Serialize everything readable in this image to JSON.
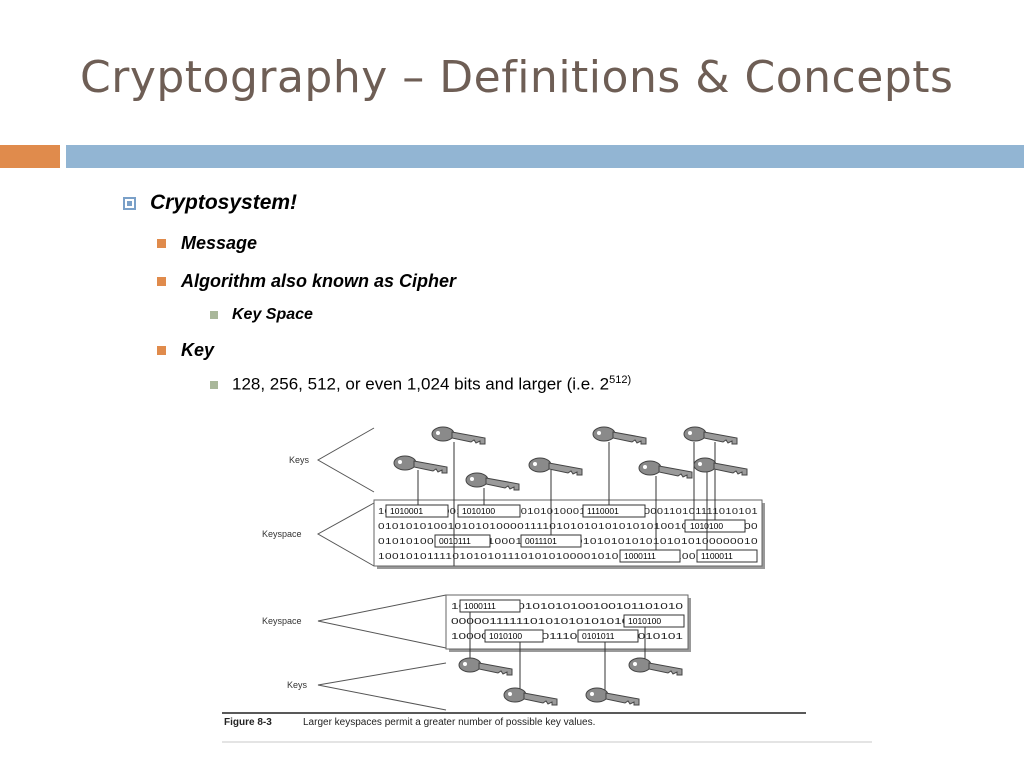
{
  "slide": {
    "title": "Cryptography – Definitions & Concepts",
    "accent_orange": "#e08b4c",
    "accent_blue": "#92b5d3"
  },
  "bullets": {
    "cryptosystem": "Cryptosystem!",
    "message": "Message",
    "algorithm": "Algorithm also known as Cipher",
    "key_space": "Key Space",
    "key": "Key",
    "sizes_text": "128, 256, 512, or even 1,024 bits and larger (i.e. 2",
    "sizes_sup": "512)"
  },
  "figure": {
    "label_keys_top": "Keys",
    "label_keyspace_top": "Keyspace",
    "label_keyspace_bottom": "Keyspace",
    "label_keys_bottom": "Keys",
    "caption_number": "Figure 8-3",
    "caption_text": "Larger keyspaces permit a greater number of possible key values.",
    "big_rows": [
      "10101000100011000100000101010001101010101000110101111010101",
      "0101010100101010100001111010101010101010100101001010100",
      "0101010001010111100011101100001010101010101010100000010",
      "1001010111101010101110101010000101010100000100100110001"
    ],
    "big_boxes": [
      "1010001",
      "1010100",
      "1110001",
      "1010100",
      "0010111",
      "0011101",
      "1000111",
      "1100011"
    ],
    "small_rows": [
      "1010001110101010100100101101010",
      "0000011111101010101010101010100",
      "1000010101000111001010101010101"
    ],
    "small_boxes": [
      "1000111",
      "1010100",
      "1010100",
      "0101011"
    ]
  }
}
